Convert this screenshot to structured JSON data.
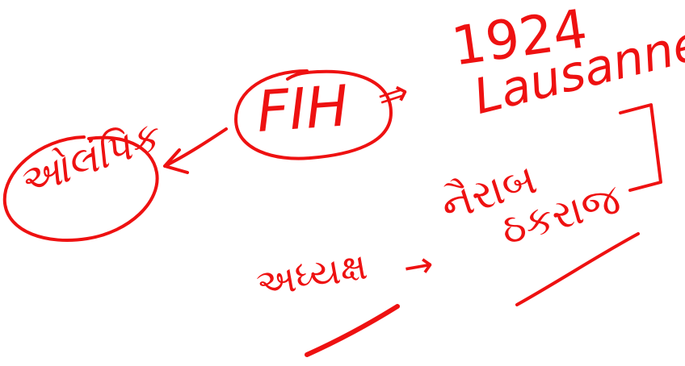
{
  "ink_color": "#ee1111",
  "center_node": {
    "text": "FIH"
  },
  "left_node": {
    "text": "ઓલંપિક"
  },
  "arrow_right": {
    "text": "⇒"
  },
  "year": {
    "text": "1924"
  },
  "city": {
    "text": "Lausanne"
  },
  "bottom_left": {
    "text": "અધ્યક્ષ"
  },
  "bottom_arrow": {
    "text": "→"
  },
  "bottom_right_1": {
    "text": "નૈરાબ"
  },
  "bottom_right_2": {
    "text": "ઠકરાજ"
  }
}
